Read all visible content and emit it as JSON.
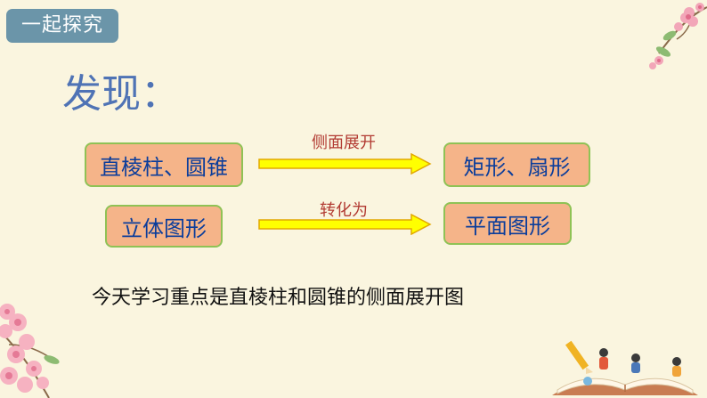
{
  "tag": {
    "label": "一起探究"
  },
  "heading": {
    "text": "发现："
  },
  "rows": [
    {
      "from": "直棱柱、圆锥",
      "arrow_label": "侧面展开",
      "to": "矩形、扇形"
    },
    {
      "from": "立体图形",
      "arrow_label": "转化为",
      "to": "平面图形"
    }
  ],
  "summary": {
    "text": "今天学习重点是直棱柱和圆锥的侧面展开图"
  },
  "colors": {
    "background": "#faf5df",
    "tag_bg": "#6b95a9",
    "heading": "#4f73b5",
    "box_fill": "#f5b489",
    "box_border": "#8fc255",
    "box_text": "#0b3d9b",
    "arrow_fill": "#ffff00",
    "arrow_stroke": "#e2a800",
    "arrow_label": "#b23b33"
  },
  "decorations": [
    "pink-flower-branch-icon",
    "cherry-blossom-cluster-icon",
    "open-book-with-students-icon"
  ]
}
